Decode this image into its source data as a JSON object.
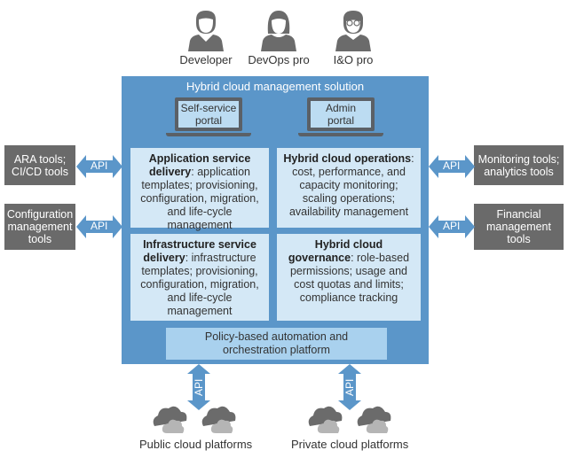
{
  "personas": [
    {
      "label": "Developer",
      "icon": "person-male-icon"
    },
    {
      "label": "DevOps pro",
      "icon": "person-female-icon"
    },
    {
      "label": "I&O pro",
      "icon": "person-glasses-icon"
    }
  ],
  "main": {
    "title": "Hybrid cloud management solution",
    "portals": [
      {
        "line1": "Self-service",
        "line2": "portal"
      },
      {
        "line1": "Admin",
        "line2": "portal"
      }
    ],
    "panels": [
      {
        "bold": "Application service delivery",
        "text": ": application templates; provisioning, configuration, migration, and life-cycle management"
      },
      {
        "bold": "Hybrid cloud operations",
        "text": ": cost, performance, and capacity monitoring; scaling operations; availability management"
      },
      {
        "bold": "Infrastructure service delivery",
        "text": ": infrastructure templates; provisioning, configuration, migration, and life-cycle management"
      },
      {
        "bold": "Hybrid cloud governance",
        "text": ": role-based permissions; usage and cost quotas and limits; compliance tracking"
      }
    ],
    "policy": {
      "line1": "Policy-based automation and",
      "line2": "orchestration platform"
    }
  },
  "left_tools": [
    {
      "lines": [
        "ARA tools;",
        "CI/CD tools"
      ],
      "arrow_label": "API"
    },
    {
      "lines": [
        "Configuration",
        "management",
        "tools"
      ],
      "arrow_label": "API"
    }
  ],
  "right_tools": [
    {
      "lines": [
        "Monitoring tools;",
        "analytics tools"
      ],
      "arrow_label": "API"
    },
    {
      "lines": [
        "Financial",
        "management",
        "tools"
      ],
      "arrow_label": "API"
    }
  ],
  "bottom": [
    {
      "label": "Public cloud platforms",
      "arrow_label": "API",
      "icon": "cloud-icon"
    },
    {
      "label": "Private cloud platforms",
      "arrow_label": "API",
      "icon": "cloud-icon"
    }
  ],
  "colors": {
    "main_box": "#5b96c9",
    "panel": "#d4e8f6",
    "policy": "#a9d1ee",
    "tool_box": "#6a6a6a",
    "arrow": "#5b96c9",
    "icon_gray": "#6b6b6b"
  }
}
